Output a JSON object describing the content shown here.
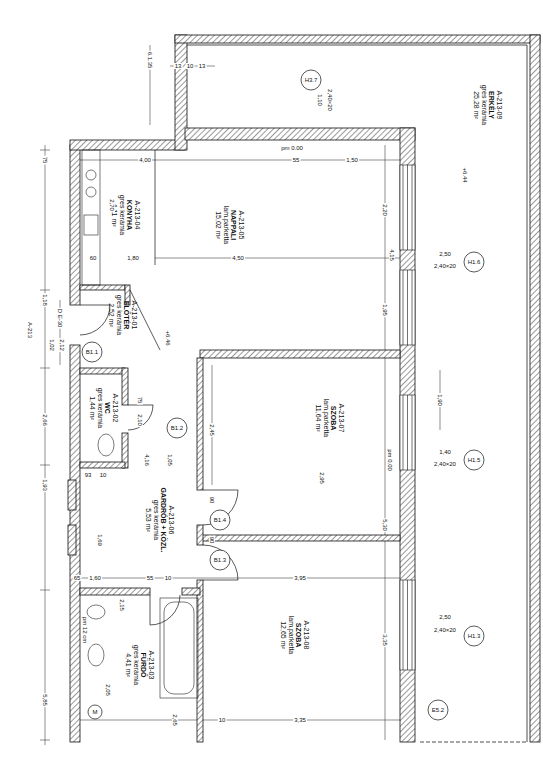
{
  "diagram": {
    "nodes": [
      {
        "text": [
          "A-213-09",
          "ERKÉLY",
          "gres kerámia",
          "25,28 m²"
        ]
      },
      {
        "text": [
          "A-213-04",
          "KONYHA",
          "gres kerámia",
          "4,11 m²"
        ]
      },
      {
        "text": [
          "A-213-05",
          "NAPPALI",
          "lam.parketta",
          "15,02 m²"
        ]
      },
      {
        "text": [
          "A-213-01",
          "ELŐTÉR",
          "gres kerámia",
          "2,52 m²"
        ]
      },
      {
        "text": [
          "A-213-02",
          "WC",
          "gres kerámia",
          "1,44 m²"
        ]
      },
      {
        "text": [
          "A-213-06",
          "GARDRÓB + KÖZL.",
          "gres kerámia",
          "5,53 m²"
        ]
      },
      {
        "text": [
          "A-213-07",
          "SZOBA",
          "lam.parketta",
          "11,64 m²"
        ]
      },
      {
        "text": [
          "A-213-08",
          "SZOBA",
          "lam.parketta",
          "12,65 m²"
        ]
      },
      {
        "text": [
          "A-213-03",
          "FÜRDŐ",
          "gres kerámia",
          "4,41 m²"
        ]
      }
    ],
    "labels": [
      "6.1.35",
      "13",
      "10",
      "13",
      "H3.7",
      "1,10",
      "2,40×20",
      "pm 0.00",
      "75",
      "4,00",
      "55",
      "1,50",
      "2,70",
      "2,20",
      "4,15",
      "1,95",
      "+6.44",
      "2,50",
      "2,40×20",
      "H1.6",
      "60",
      "1,80",
      "4,50",
      "1,18",
      "A-213",
      "D E-30",
      "1,02",
      "2,12",
      "B1.1",
      "+6.46",
      "2,66",
      "75",
      "2,10",
      "B1.2",
      "2,45",
      "4,16",
      "1,05",
      "2,95",
      "93",
      "10",
      "1,90",
      "pm 0.00",
      "1,40",
      "2,40×20",
      "H1.5",
      "1,93",
      "1,69",
      "B1.4",
      "90",
      "B1.3",
      "90",
      "65",
      "1,60",
      "55",
      "10",
      "3,95",
      "5,30",
      "2,50",
      "2,40×20",
      "H1.3",
      "pm 12 cm",
      "2,15",
      "M",
      "2,05",
      "2,65",
      "10",
      "3,35",
      "3,35",
      "5,85",
      "E5.2"
    ]
  }
}
